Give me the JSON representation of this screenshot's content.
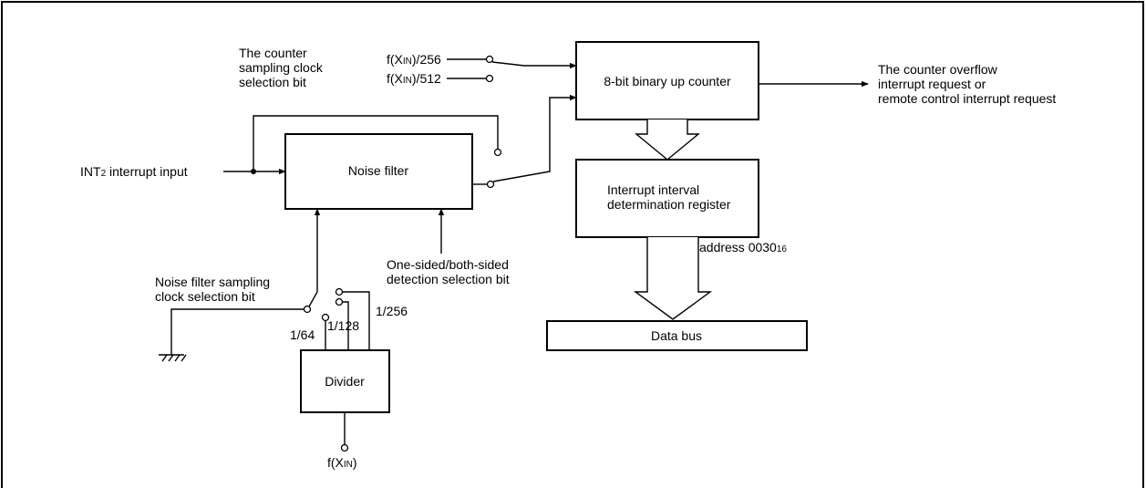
{
  "labels": {
    "counter_clock_bit": [
      "The counter",
      "sampling clock",
      "selection bit"
    ],
    "fxin_256": {
      "pre": "f(X",
      "sub": "IN",
      "post": ")/256"
    },
    "fxin_512": {
      "pre": "f(X",
      "sub": "IN",
      "post": ")/512"
    },
    "counter_box": "8-bit binary up counter",
    "overflow_out": [
      "The counter overflow",
      "interrupt request or",
      "remote control interrupt request"
    ],
    "int2_input": {
      "pre": "INT",
      "sub": "2",
      "post": " interrupt input"
    },
    "noise_filter": "Noise filter",
    "interval_register": [
      "Interrupt interval",
      "determination register"
    ],
    "address": {
      "pre": "address 0030",
      "sub": "16"
    },
    "noise_sampling_bit": [
      "Noise filter sampling",
      "clock selection bit"
    ],
    "detection_bit": [
      "One-sided/both-sided",
      "detection selection bit"
    ],
    "div_64": "1/64",
    "div_128": "1/128",
    "div_256": "1/256",
    "data_bus": "Data bus",
    "divider": "Divider",
    "fxin_bottom": {
      "pre": "f(X",
      "sub": "IN",
      "post": ")"
    }
  }
}
